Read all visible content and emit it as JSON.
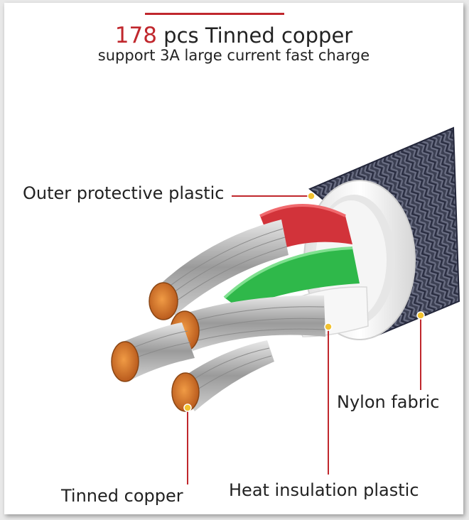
{
  "header": {
    "count": "178",
    "title_rest": " pcs Tinned copper",
    "subtitle": "support 3A large current fast charge"
  },
  "labels": {
    "outer": "Outer protective plastic",
    "nylon": "Nylon fabric",
    "tinned": "Tinned copper",
    "heat": "Heat insulation plastic"
  },
  "colors": {
    "accent_red": "#c0272d",
    "dot_yellow": "#f2c230",
    "braid": "#3b3f52",
    "sheath_white": "#f2f2f2",
    "wire_red": "#d2333a",
    "wire_green": "#2fb84a",
    "wire_white": "#f7f7f7",
    "copper": "#d9772a",
    "strand": "#b9b9b9"
  }
}
